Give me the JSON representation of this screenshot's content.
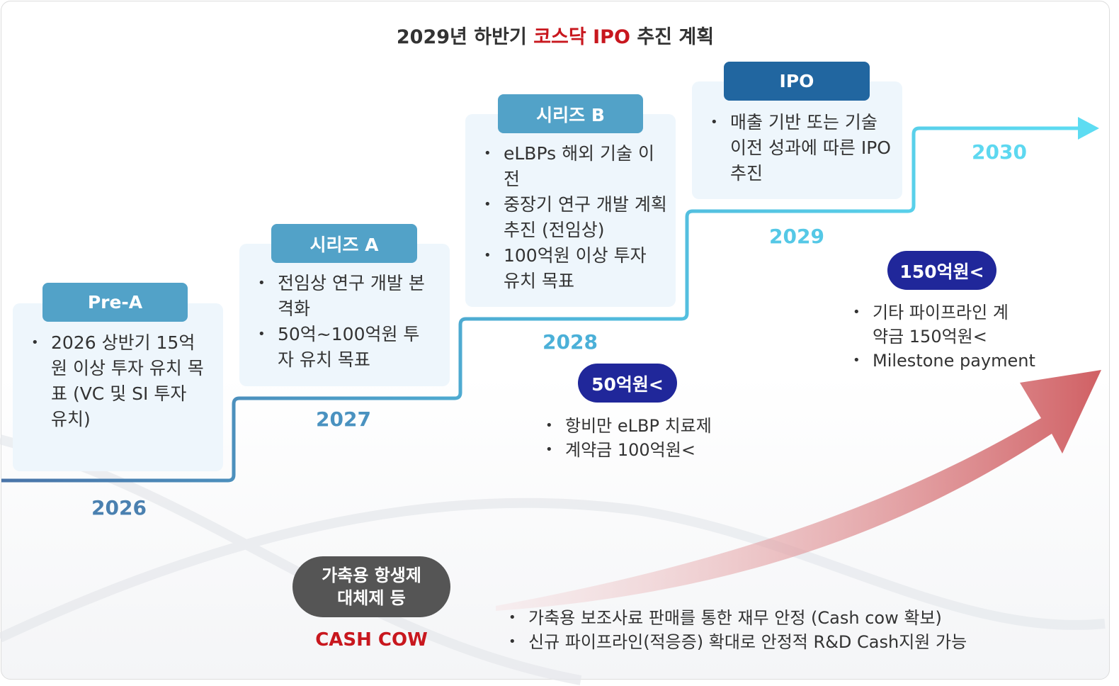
{
  "title": {
    "prefix": "2029년 하반기 ",
    "highlight": "코스닥 IPO",
    "suffix": " 추진 계획"
  },
  "stages": [
    {
      "label": "Pre-A",
      "year": "2026",
      "items": [
        "2026 상반기 15억원 이상 투자 유치 목표 (VC 및 SI 투자 유치)"
      ]
    },
    {
      "label": "시리즈 A",
      "year": "2027",
      "items": [
        "전임상 연구 개발 본격화",
        "50억~100억원 투자 유치 목표"
      ]
    },
    {
      "label": "시리즈 B",
      "year": "2028",
      "items": [
        "eLBPs 해외 기술 이전",
        "중장기 연구 개발 계획 추진 (전임상)",
        "100억원 이상 투자 유치 목표"
      ]
    },
    {
      "label": "IPO",
      "year": "2029",
      "items": [
        "매출 기반 또는 기술 이전 성과에 따른 IPO 추진"
      ]
    }
  ],
  "final_year": "2030",
  "milestones": [
    {
      "amount": "50억원<",
      "items": [
        "항비만 eLBP 치료제",
        "계약금 100억원<"
      ]
    },
    {
      "amount": "150억원<",
      "items": [
        "기타 파이프라인 계약금 150억원<",
        "Milestone payment"
      ]
    }
  ],
  "cash_cow": {
    "pill": "가축용 항생제 대체제 등",
    "label": "CASH COW",
    "items": [
      "가축용 보조사료 판매를 통한 재무 안정 (Cash cow 확보)",
      "신규 파이프라인(적응증) 확대로 안정적 R&D Cash지원 가능"
    ]
  },
  "colors": {
    "header_light": "#52a2c8",
    "header_dark": "#2166a0",
    "pill": "#20279a",
    "red": "#c8171e"
  }
}
